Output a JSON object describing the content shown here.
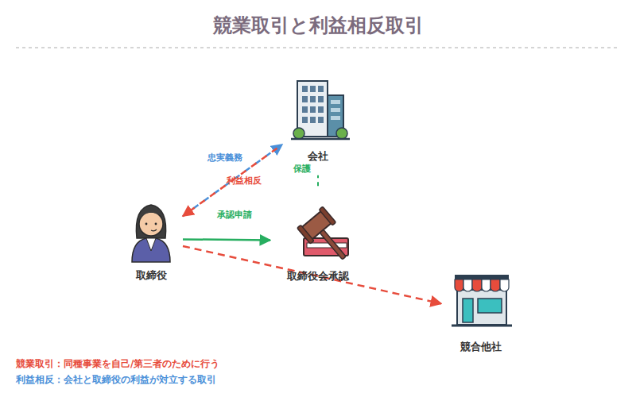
{
  "diagram": {
    "title": "競業取引と利益相反取引",
    "nodes": [
      {
        "text": [
          "会社"
        ]
      },
      {
        "text": [
          "取締役"
        ]
      },
      {
        "text": [
          "取締役会承認"
        ]
      },
      {
        "text": [
          "競合他社"
        ]
      }
    ],
    "edges": [
      {
        "from": 1,
        "to": 0,
        "arrow": "to",
        "label": "忠実義務"
      },
      {
        "from": 0,
        "to": 1,
        "arrow": "to",
        "label": "利益相反"
      },
      {
        "from": 1,
        "to": 2,
        "arrow": "to",
        "label": "承認申請"
      },
      {
        "from": 2,
        "to": 0,
        "arrow": "none",
        "label": "保護"
      },
      {
        "from": 1,
        "to": 3,
        "arrow": "to"
      }
    ],
    "labels": [
      "競業取引：同種事業を自己/第三者のために行う",
      "利益相反：会社と取締役の利益が対立する取引"
    ]
  }
}
